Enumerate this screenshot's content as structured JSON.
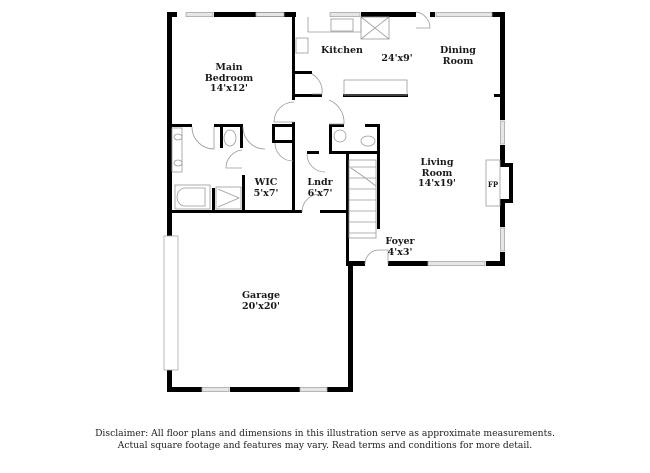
{
  "floorplan": {
    "rooms": [
      {
        "id": "main-bedroom",
        "name": "Main\nBedroom",
        "name_line1": "Main",
        "name_line2": "Bedroom",
        "dimensions": "14'x12'"
      },
      {
        "id": "kitchen",
        "name": "Kitchen",
        "dimensions": "24'x9'"
      },
      {
        "id": "dining-room",
        "name_line1": "Dining",
        "name_line2": "Room"
      },
      {
        "id": "wic",
        "name": "WIC",
        "dimensions": "5'x7'"
      },
      {
        "id": "laundry",
        "name": "Lndr",
        "dimensions": "6'x7'"
      },
      {
        "id": "living-room",
        "name_line1": "Living",
        "name_line2": "Room",
        "dimensions": "14'x19'"
      },
      {
        "id": "foyer",
        "name": "Foyer",
        "dimensions": "4'x3'"
      },
      {
        "id": "garage",
        "name": "Garage",
        "dimensions": "20'x20'"
      }
    ],
    "fireplace_label": "FP",
    "colors": {
      "wall": "#000000",
      "window": "#d9d9d9",
      "fixture": "#9a9a9a",
      "background": "#ffffff"
    }
  },
  "disclaimer": {
    "line1": "Disclaimer: All floor plans and dimensions in this illustration serve as approximate measurements.",
    "line2": "Actual square footage and features may vary. Read terms and conditions for more detail."
  }
}
